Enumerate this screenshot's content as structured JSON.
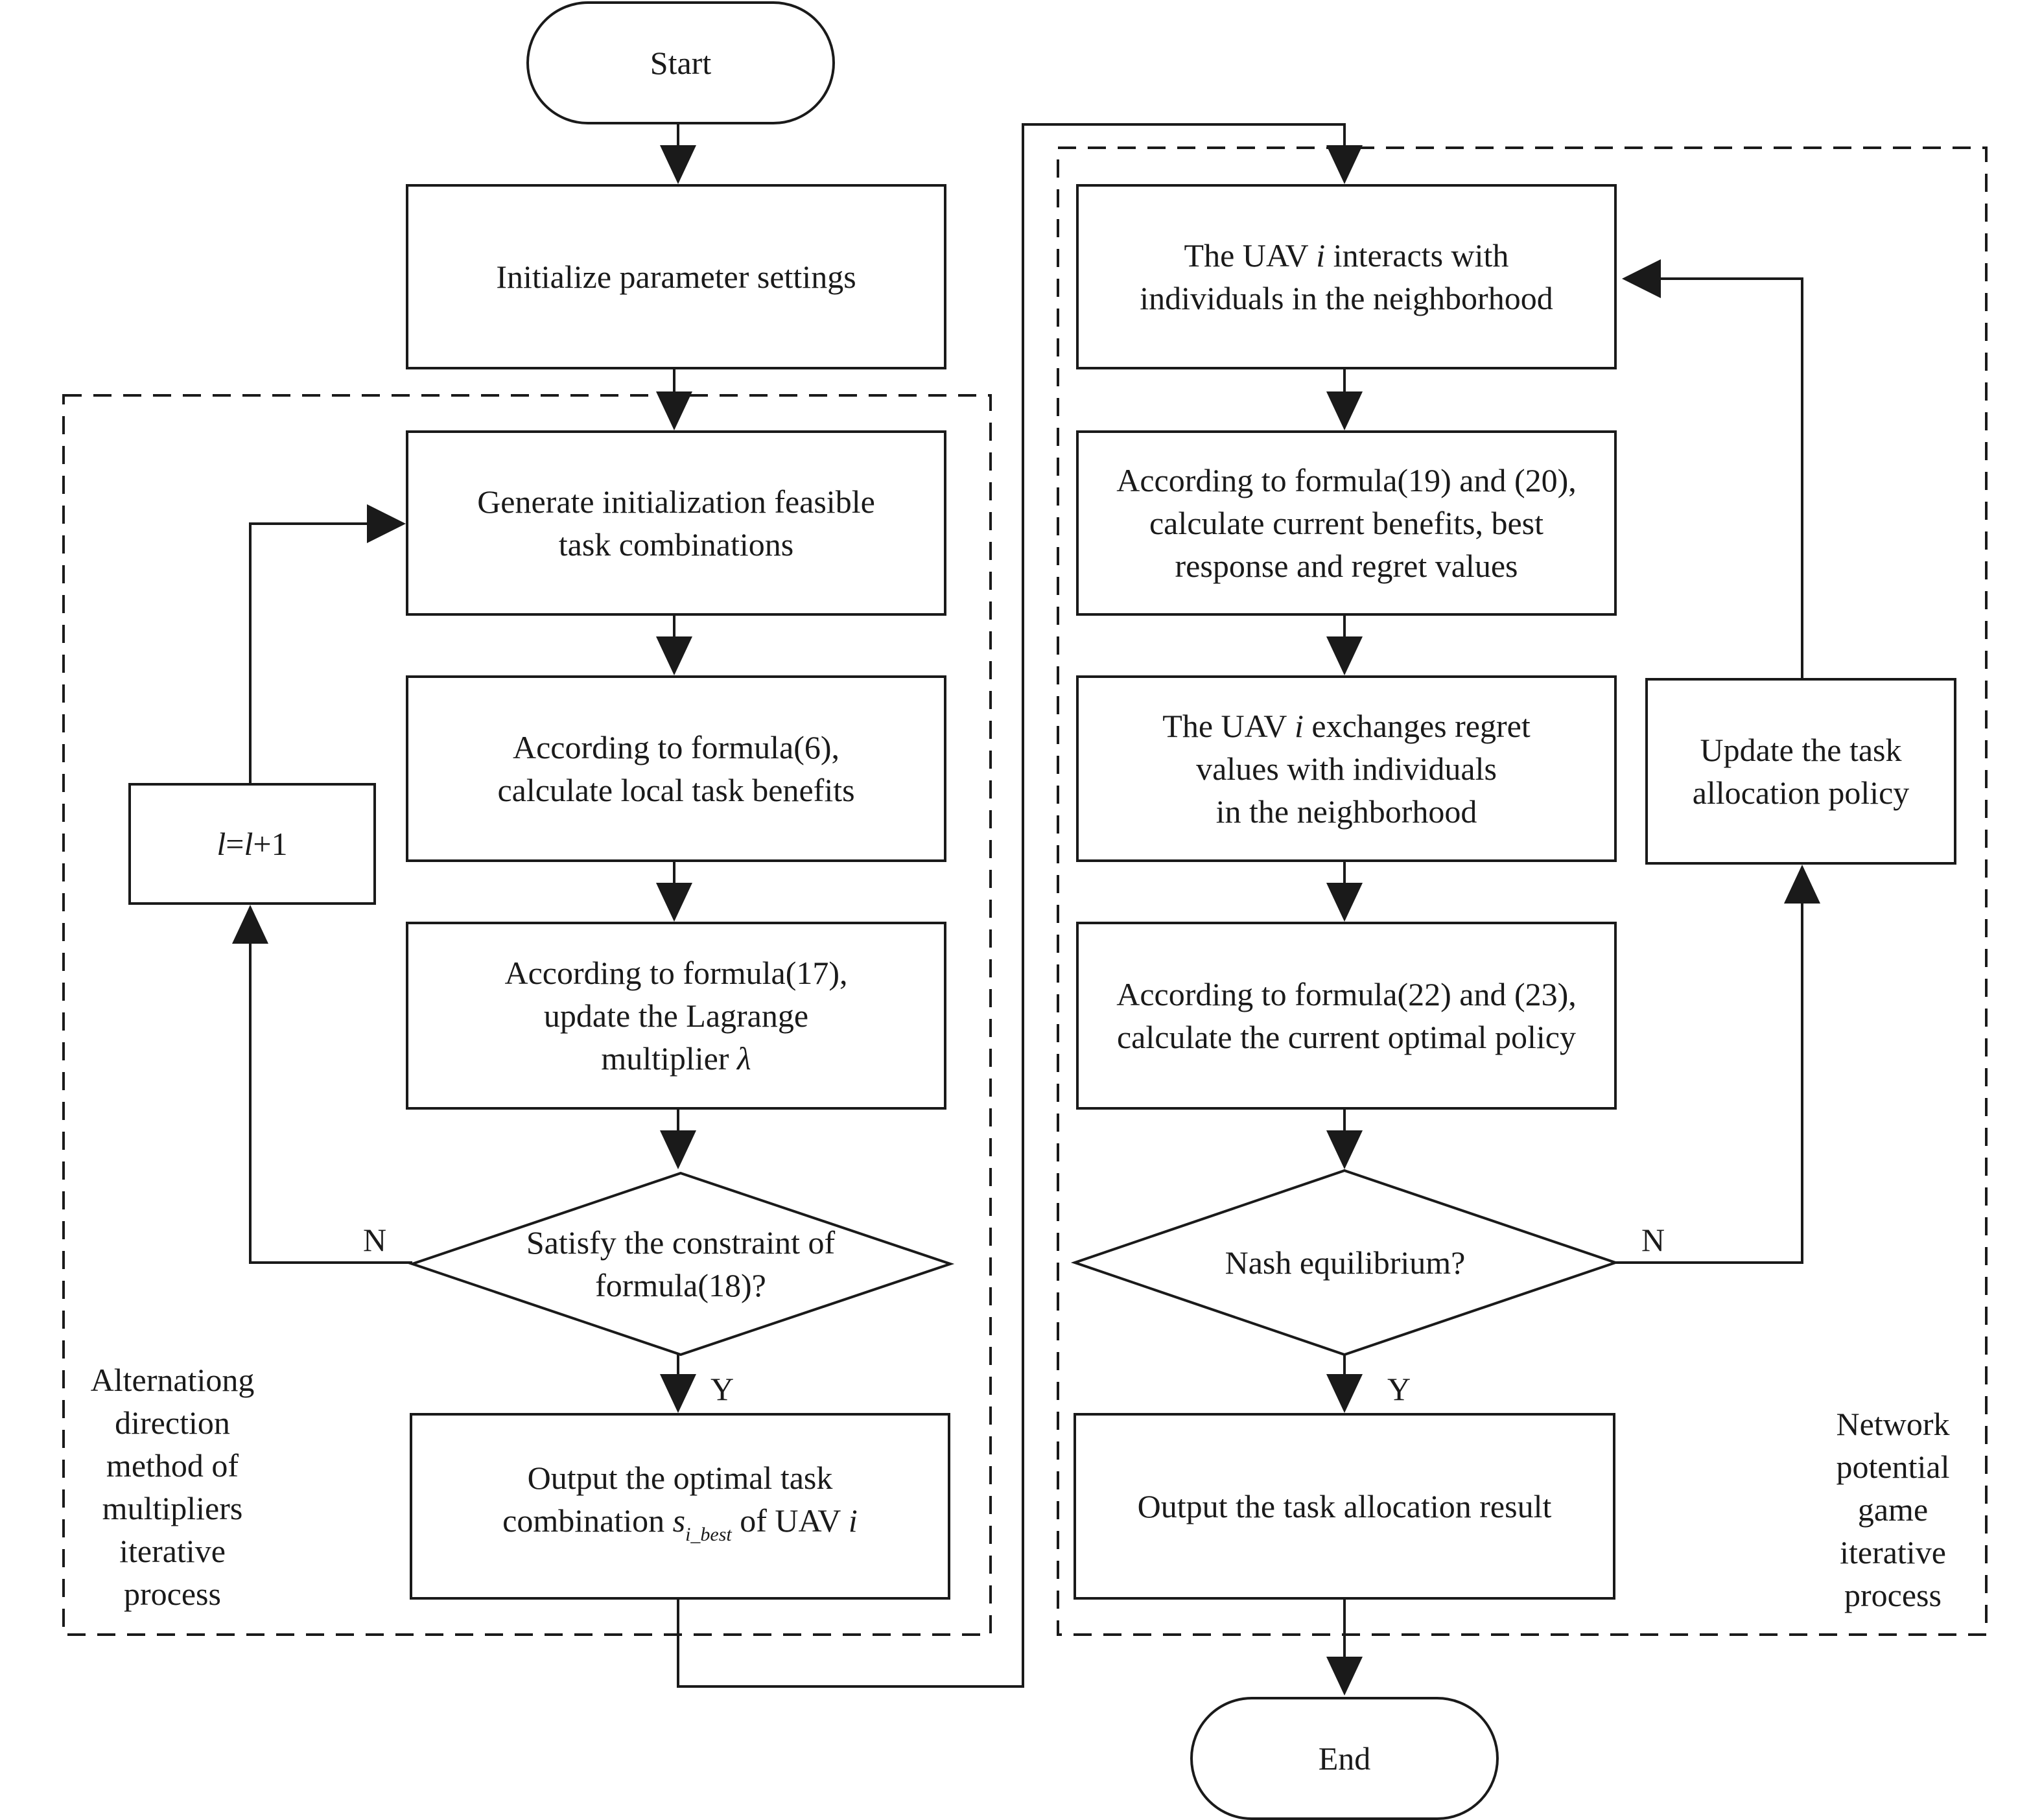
{
  "start": "Start",
  "end": "End",
  "left": {
    "init": "Initialize parameter settings",
    "generate": "Generate initialization feasible\ntask combinations",
    "local_benefits": "According to formula(6),\ncalculate local task benefits",
    "update_lagrange_1": "According to formula(17),\nupdate the Lagrange",
    "update_lagrange_2": "multiplier ",
    "lambda": "λ",
    "decision": "Satisfy the constraint of\nformula(18)?",
    "counter_l": "l",
    "counter_eq": "=",
    "counter_l2": "l",
    "counter_plus": "+1",
    "output_1": "Output the optimal task",
    "output_2a": "combination ",
    "output_s": "s",
    "output_sub": "i_best",
    "output_2b": " of UAV ",
    "output_i": "i",
    "no": "N",
    "yes": "Y",
    "region_label": "Alternationg\ndirection\nmethod of\nmultipliers\niterative\nprocess"
  },
  "right": {
    "interact_1a": "The UAV ",
    "interact_i": "i",
    "interact_1b": " interacts with",
    "interact_2": "individuals in the neighborhood",
    "calc_benefits": "According to formula(19) and  (20),\ncalculate current benefits, best\nresponse and regret values",
    "exchange_1a": "The UAV ",
    "exchange_i": "i",
    "exchange_1b": " exchanges regret",
    "exchange_2": "values  with individuals\nin the neighborhood",
    "optimal_policy": "According to formula(22) and (23),\ncalculate the current optimal policy",
    "decision": "Nash equilibrium?",
    "update_policy": "Update the task\nallocation policy",
    "output": "Output the task allocation result",
    "no": "N",
    "yes": "Y",
    "region_label": "Network\npotential\ngame\niterative\nprocess"
  }
}
